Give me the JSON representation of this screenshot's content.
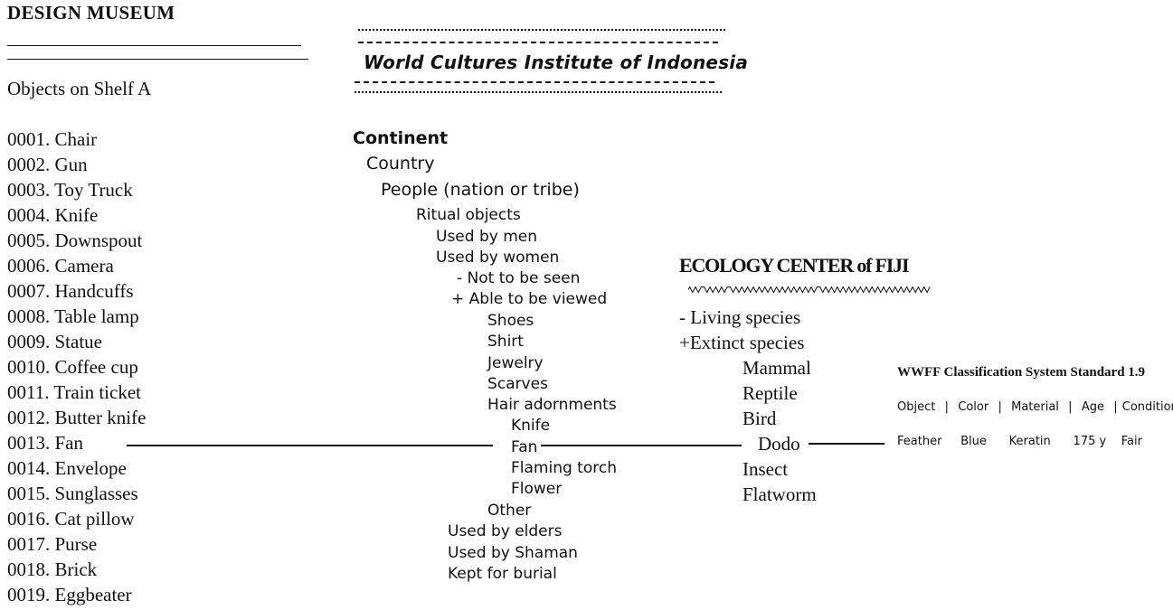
{
  "design_museum": {
    "title": "DESIGN MUSEUM",
    "subtitle": "Objects on Shelf A",
    "items": [
      "0001. Chair",
      "0002. Gun",
      "0003. Toy Truck",
      "0004. Knife",
      "0005. Downspout",
      "0006. Camera",
      "0007. Handcuffs",
      "0008. Table lamp",
      "0009. Statue",
      "0010. Coffee cup",
      "0011. Train ticket",
      "0012. Butter knife",
      "0013. Fan",
      "0014. Envelope",
      "0015. Sunglasses",
      "0016. Cat pillow",
      "0017. Purse",
      "0018. Brick",
      "0019. Eggbeater"
    ]
  },
  "indonesia": {
    "title": "World Cultures Institute of Indonesia",
    "hierarchy": {
      "continent": "Continent",
      "country": "Country",
      "people": "People (nation or tribe)",
      "ritual_objects": "Ritual objects",
      "used_by_men": "Used by men",
      "used_by_women": "Used by women",
      "not_to_be_seen": "- Not to be seen",
      "able_to_be_viewed": "+ Able to be viewed",
      "shoes": "Shoes",
      "shirt": "Shirt",
      "jewelry": "Jewelry",
      "scarves": "Scarves",
      "hair_adornments": "Hair adornments",
      "knife": "Knife",
      "fan": "Fan",
      "flaming_torch": "Flaming torch",
      "flower": "Flower",
      "other": "Other",
      "used_by_elders": "Used by elders",
      "used_by_shaman": "Used by Shaman",
      "kept_for_burial": "Kept for burial"
    }
  },
  "fiji": {
    "title": "ECOLOGY CENTER of FIJI",
    "living": "- Living species",
    "extinct": "+Extinct species",
    "mammal": "Mammal",
    "reptile": "Reptile",
    "bird": "Bird",
    "dodo": "Dodo",
    "insect": "Insect",
    "flatworm": "Flatworm"
  },
  "wwff": {
    "title": "WWFF Classification System Standard 1.9",
    "header": "Object  |  Color  |  Material  |  Age  | Condition",
    "row": "Feather     Blue      Keratin      175 y    Fair"
  }
}
